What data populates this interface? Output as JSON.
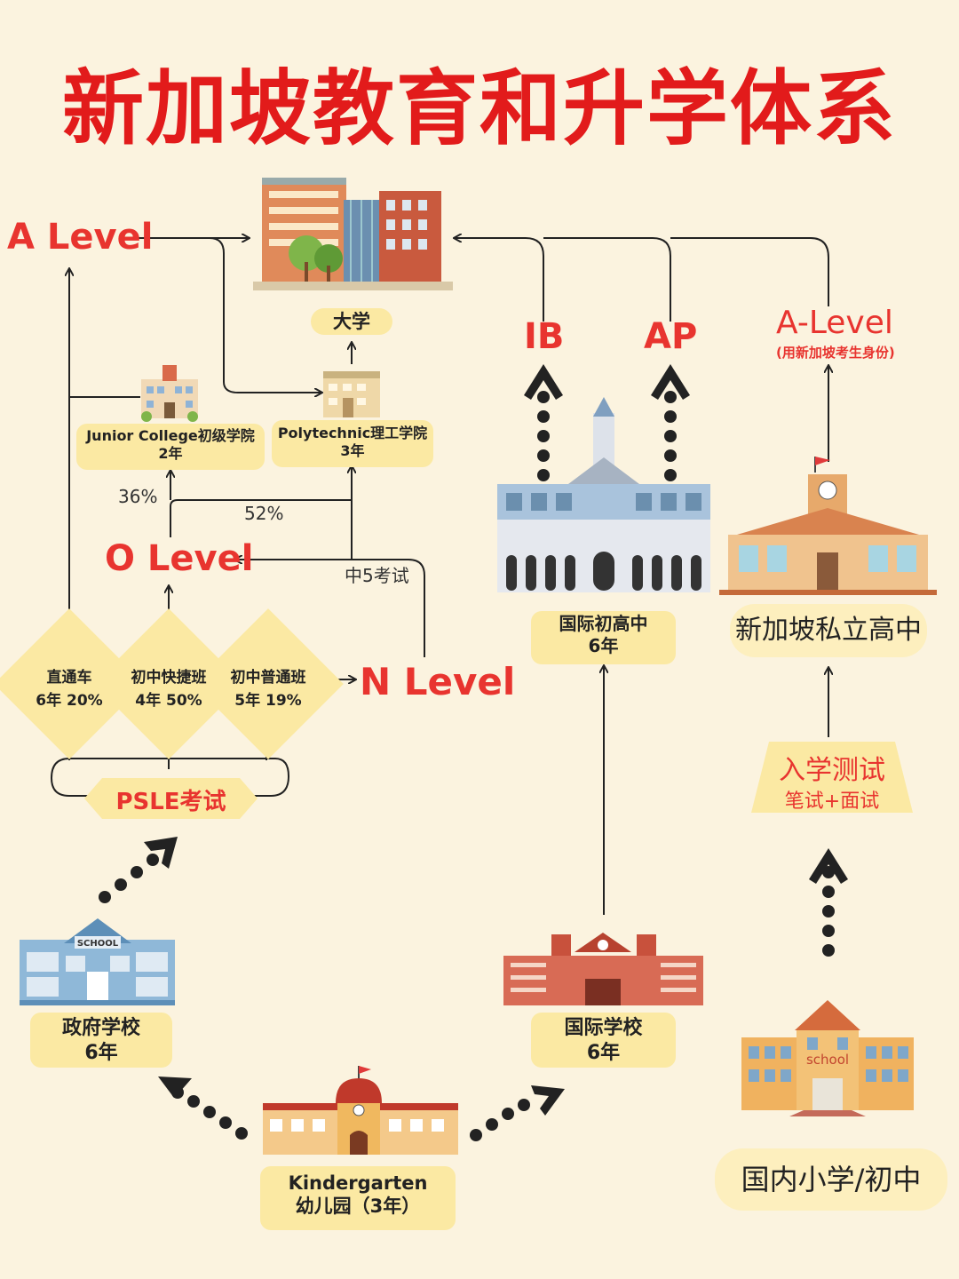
{
  "title": "新加坡教育和升学体系",
  "levels": {
    "a_level": "A Level",
    "o_level": "O Level",
    "n_level": "N Level",
    "ib": "IB",
    "ap": "AP",
    "a_level_private": "A-Level",
    "a_level_private_note": "(用新加坡考生身份)"
  },
  "nodes": {
    "university": "大学",
    "junior_college": {
      "name": "Junior College初级学院",
      "years": "2年"
    },
    "polytechnic": {
      "name": "Polytechnic理工学院",
      "years": "3年"
    },
    "intl_secondary": {
      "name": "国际初高中",
      "years": "6年"
    },
    "private_high": "新加坡私立高中",
    "gov_school": {
      "name": "政府学校",
      "years": "6年"
    },
    "intl_school": {
      "name": "国际学校",
      "years": "6年"
    },
    "kindergarten": {
      "name": "Kindergarten",
      "years": "幼儿园（3年）"
    },
    "domestic": "国内小学/初中",
    "entrance": {
      "title": "入学测试",
      "sub": "笔试+面试"
    },
    "psle": "PSLE考试"
  },
  "streams": [
    {
      "name": "直通车",
      "detail": "6年  20%"
    },
    {
      "name": "初中快捷班",
      "detail": "4年  50%"
    },
    {
      "name": "初中普通班",
      "detail": "5年  19%"
    }
  ],
  "percentages": {
    "jc": "36%",
    "poly": "52%"
  },
  "exam_note": "中5考试",
  "building_text": {
    "school_sign": "SCHOOL",
    "school_sign2": "school"
  },
  "colors": {
    "title": "#e21b1b",
    "accent": "#e8342f",
    "label_bg": "#fbe9a3",
    "background": "#fbf3df"
  }
}
